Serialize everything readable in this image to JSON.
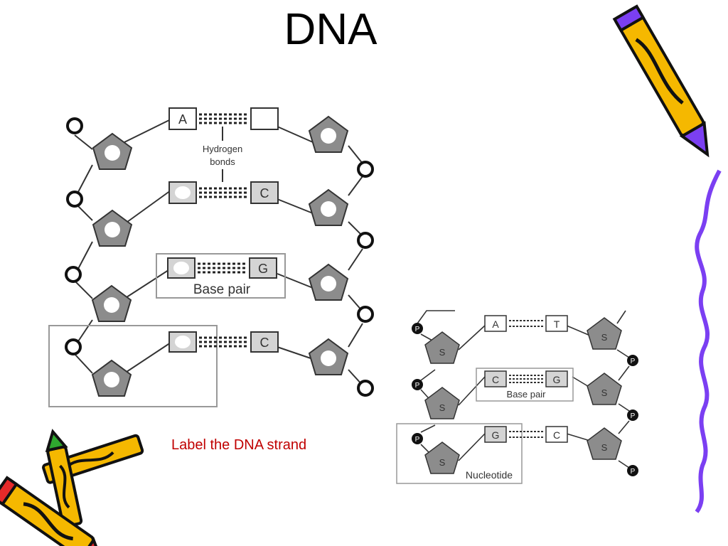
{
  "slide": {
    "title": "DNA",
    "prompt": "Label the DNA strand"
  },
  "diagram_left": {
    "bases": [
      "A",
      "C",
      "G",
      "C"
    ],
    "label_hydrogen_1": "Hydrogen",
    "label_hydrogen_2": "bonds",
    "label_base_pair": "Base pair"
  },
  "diagram_right": {
    "phosphate": "P",
    "sugar": "S",
    "rows": [
      {
        "left": "A",
        "right": "T"
      },
      {
        "left": "C",
        "right": "G"
      },
      {
        "left": "G",
        "right": "C"
      }
    ],
    "label_base_pair": "Base pair",
    "label_nucleotide": "Nucleotide"
  },
  "colors": {
    "prompt": "#c00000",
    "sugar_fill": "#8c8c8c",
    "base_fill": "#d4d4d4",
    "squiggle": "#7b3ff2",
    "pencil_body": "#f5b800"
  },
  "clipart": [
    "pencil-icon",
    "crayon-icon",
    "squiggle-line"
  ]
}
